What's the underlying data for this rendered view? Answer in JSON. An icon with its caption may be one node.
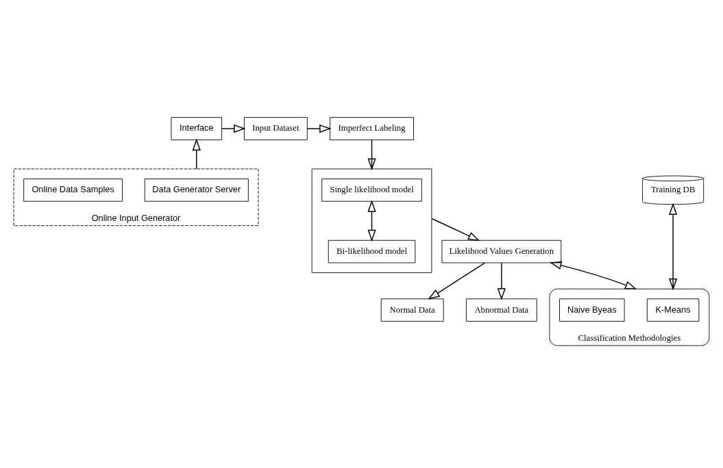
{
  "diagram": {
    "nodes": [
      {
        "text": [
          "Interface"
        ]
      },
      {
        "text": [
          "Input Dataset"
        ]
      },
      {
        "text": [
          "Imperfect Labeling"
        ]
      },
      {
        "text": [
          "Online Input Generator"
        ]
      },
      {
        "text": [
          "Data Generator Server"
        ],
        "in": 3
      },
      {
        "text": [
          "Online Data Samples"
        ],
        "in": 3
      },
      {
        "text": [],
        "shape": "box"
      },
      {
        "text": [
          "Single likelihood model"
        ],
        "in": 6
      },
      {
        "text": [
          "Bi-likelihood model"
        ],
        "in": 6
      },
      {
        "text": [
          "Training DB"
        ]
      },
      {
        "text": [
          "Likelihood Values Generation"
        ]
      },
      {
        "text": [
          "Classification Methodologies"
        ]
      },
      {
        "text": [
          "K-Means"
        ],
        "in": 11
      },
      {
        "text": [
          "Naive Byeas"
        ],
        "in": 11
      },
      {
        "text": [
          "Normal Data"
        ]
      },
      {
        "text": [
          "Abnormal Data"
        ]
      }
    ],
    "edges": [
      {
        "from": 3,
        "to": 0,
        "arrow": "to"
      },
      {
        "from": 0,
        "to": 1,
        "arrow": "to"
      },
      {
        "from": 1,
        "to": 2,
        "arrow": "to"
      },
      {
        "from": 2,
        "to": 6,
        "arrow": "to"
      },
      {
        "from": 7,
        "to": 8,
        "arrow": "both"
      },
      {
        "from": 6,
        "to": 10,
        "arrow": "to"
      },
      {
        "from": 9,
        "to": 11,
        "arrow": "both"
      },
      {
        "from": 10,
        "to": 11,
        "arrow": "both"
      },
      {
        "from": 10,
        "to": 14,
        "arrow": "to"
      },
      {
        "from": 10,
        "to": 15,
        "arrow": "to"
      }
    ]
  }
}
